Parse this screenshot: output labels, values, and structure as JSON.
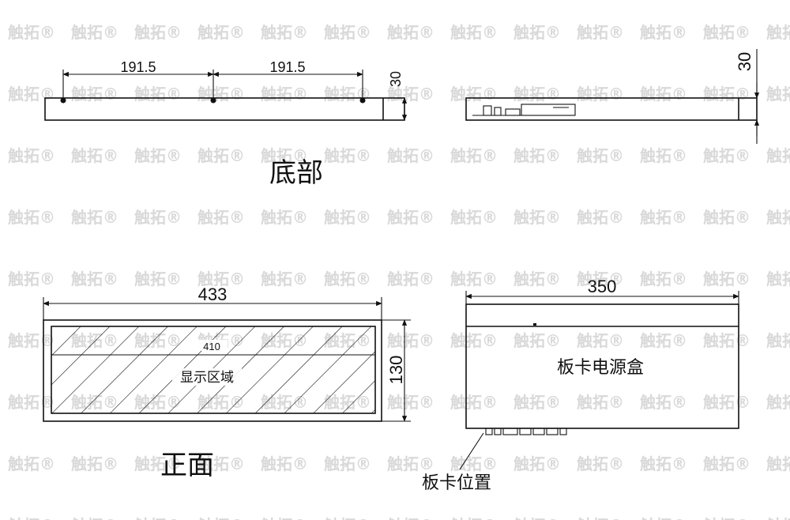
{
  "watermark": "触拓®",
  "views": {
    "bottom": {
      "title": "底部",
      "dim_left": "191.5",
      "dim_right": "191.5",
      "dim_height": "30"
    },
    "side": {
      "dim_height": "30"
    },
    "front": {
      "title": "正面",
      "dim_width": "433",
      "dim_height": "130",
      "inner_width": "410",
      "display_label": "显示区域"
    },
    "box": {
      "dim_width": "350",
      "box_label": "板卡电源盒",
      "card_label": "板卡位置"
    }
  }
}
